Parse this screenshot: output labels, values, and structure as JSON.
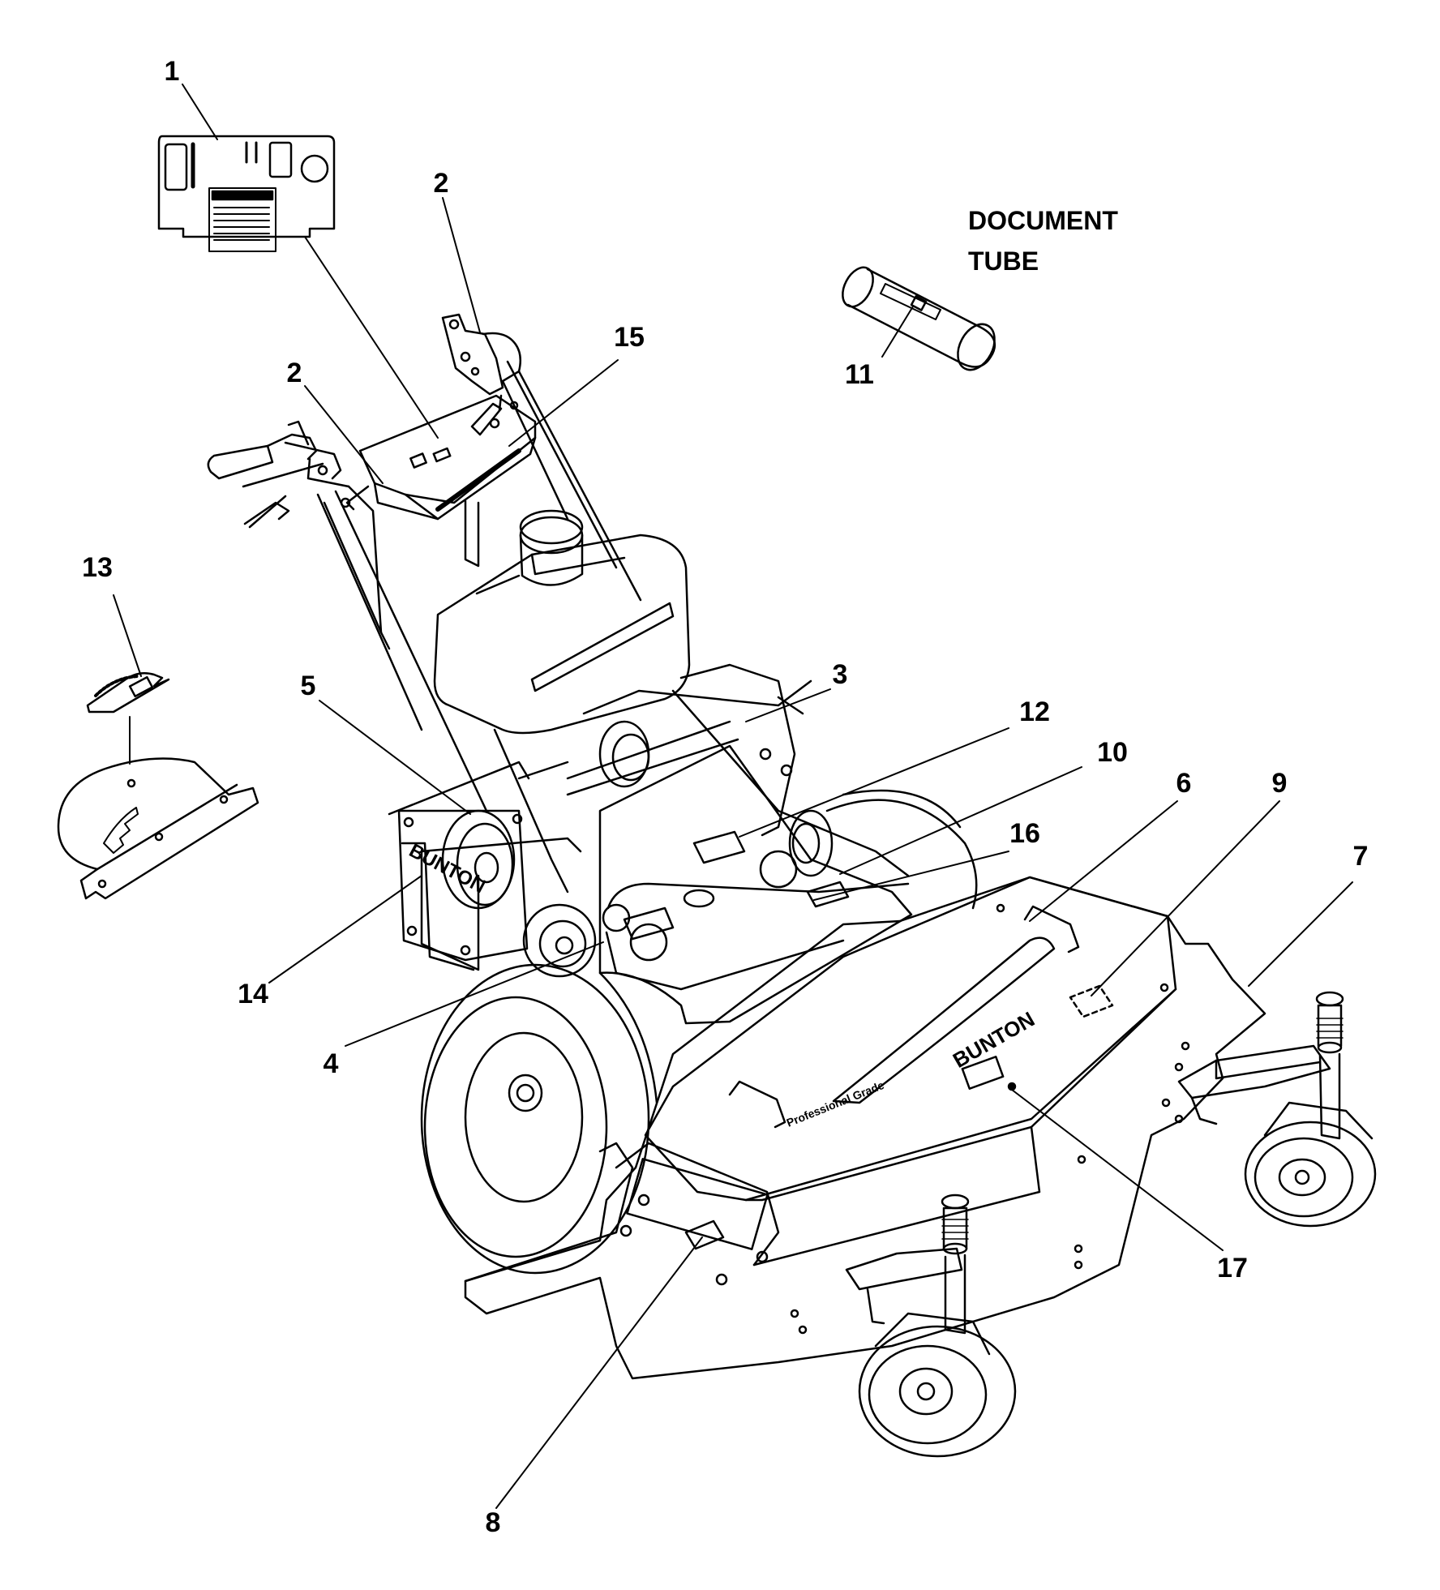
{
  "document_tube_label": {
    "line1": "DOCUMENT",
    "line2": "TUBE"
  },
  "callouts": [
    "1",
    "2",
    "2",
    "3",
    "4",
    "5",
    "6",
    "7",
    "8",
    "9",
    "10",
    "11",
    "12",
    "13",
    "14",
    "15",
    "16",
    "17"
  ],
  "brand_text": "BUNTON",
  "deck_text": "Professional Grade",
  "ink_color": "#000000",
  "paper_color": "#ffffff"
}
